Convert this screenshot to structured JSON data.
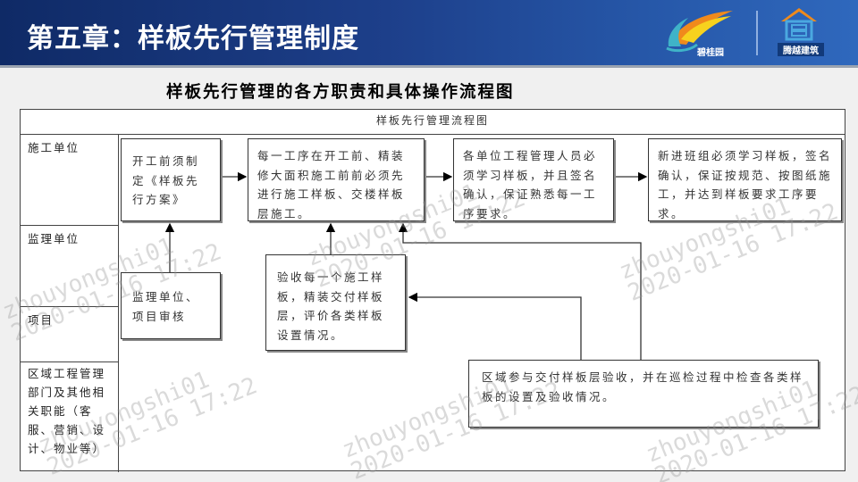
{
  "header": {
    "title": "第五章：样板先行管理制度",
    "logo_left_text": "碧桂园",
    "logo_right_text": "腾越建筑",
    "colors": {
      "header_bg_start": "#0f2a66",
      "header_bg_end": "#2f68bd",
      "title": "#ffffff"
    }
  },
  "subtitle": "样板先行管理的各方职责和具体操作流程图",
  "diagram": {
    "title": "样板先行管理流程图",
    "lanes": [
      {
        "label": "施工单位"
      },
      {
        "label": "监理单位"
      },
      {
        "label": "项目"
      },
      {
        "label": "区域工程管理部门及其他相关职能（客服、营销、设计、物业等）"
      }
    ],
    "boxes": [
      {
        "id": "b1",
        "text": "开工前须制定《样板先行方案》"
      },
      {
        "id": "b2",
        "text": "每一工序在开工前、精装修大面积施工前前必须先进行施工样板、交楼样板层施工。"
      },
      {
        "id": "b3",
        "text": "各单位工程管理人员必须学习样板，并且签名确认，保证熟悉每一工序要求。"
      },
      {
        "id": "b4",
        "text": "新进班组必须学习样板，签名确认，保证按规范、按图纸施工，并达到样板要求工序要求。"
      },
      {
        "id": "b5",
        "text": "监理单位、项目审核"
      },
      {
        "id": "b6",
        "text": "验收每一个施工样板，精装交付样板层，评价各类样板设置情况。"
      },
      {
        "id": "b7",
        "text": "区域参与交付样板层验收，并在巡检过程中检查各类样板的设置及验收情况。"
      }
    ],
    "edges": [
      {
        "from": "b1",
        "to": "b2"
      },
      {
        "from": "b2",
        "to": "b3"
      },
      {
        "from": "b3",
        "to": "b4"
      },
      {
        "from": "b5",
        "to": "b1"
      },
      {
        "from": "b6",
        "to": "b2"
      },
      {
        "from": "b7",
        "to": "b6"
      },
      {
        "from": "b7",
        "to": "b2"
      }
    ]
  },
  "watermark": {
    "user": "zhouyongshi01",
    "timestamp": "2020-01-16 17:22"
  }
}
